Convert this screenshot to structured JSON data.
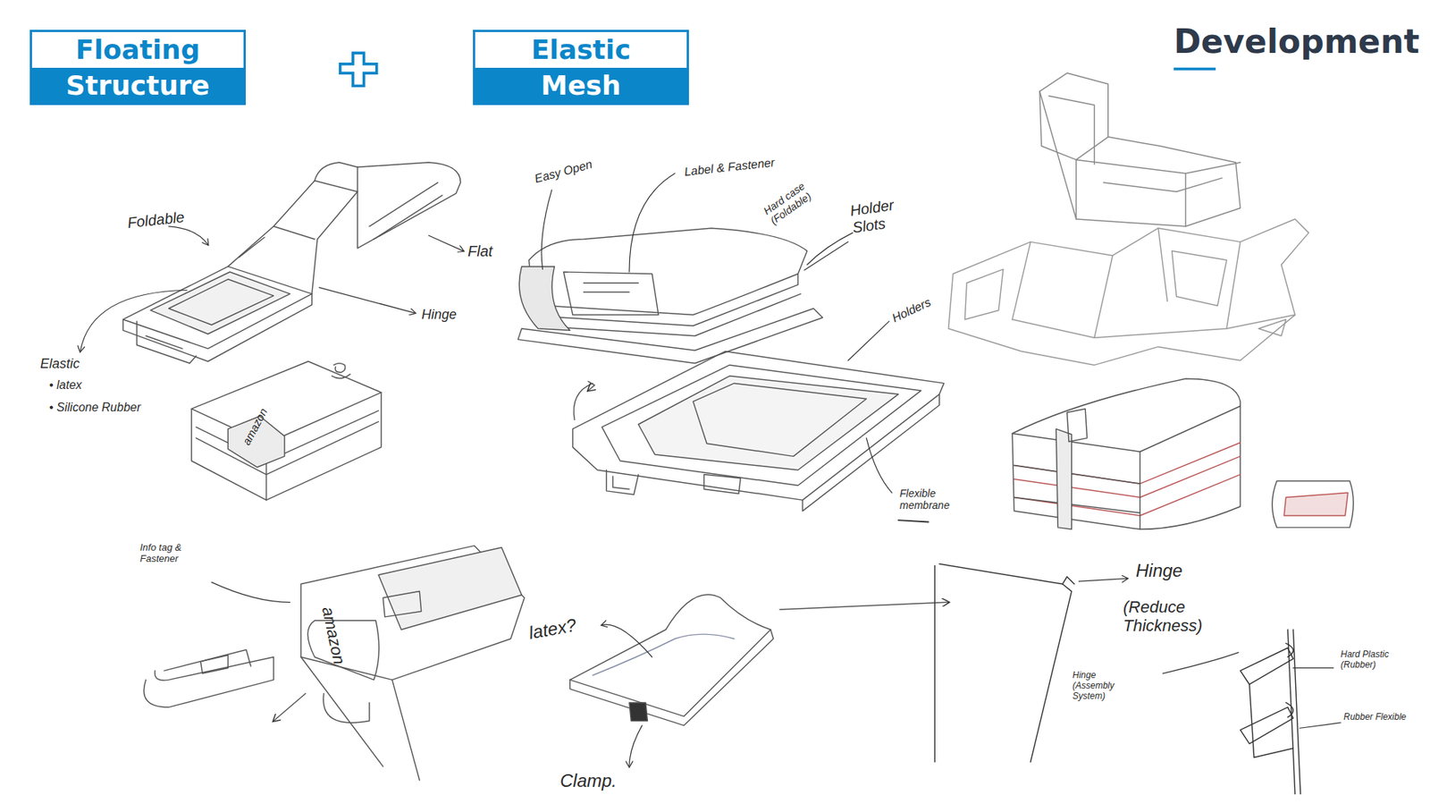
{
  "diagram": {
    "title": "Development",
    "nodes": [
      {
        "text": [
          "Floating",
          "Structure"
        ]
      },
      {
        "text": [
          "Elastic",
          "Mesh"
        ]
      }
    ],
    "labels": [
      "Foldable",
      "Flat",
      "Hinge",
      "Elastic",
      "• latex",
      "• Silicone Rubber",
      "Easy Open",
      "Label & Fastener",
      "Hard case (Foldable)",
      "Holder Slots",
      "Holders",
      "Flexible membrane",
      "Info tag & Fastener",
      "latex?",
      "Clamp.",
      "Hinge",
      "(Reduce Thickness)",
      "Hinge (Assembly System)",
      "Hard Plastic (Rubber)",
      "Rubber Flexible",
      "amazon",
      "amazon"
    ]
  }
}
